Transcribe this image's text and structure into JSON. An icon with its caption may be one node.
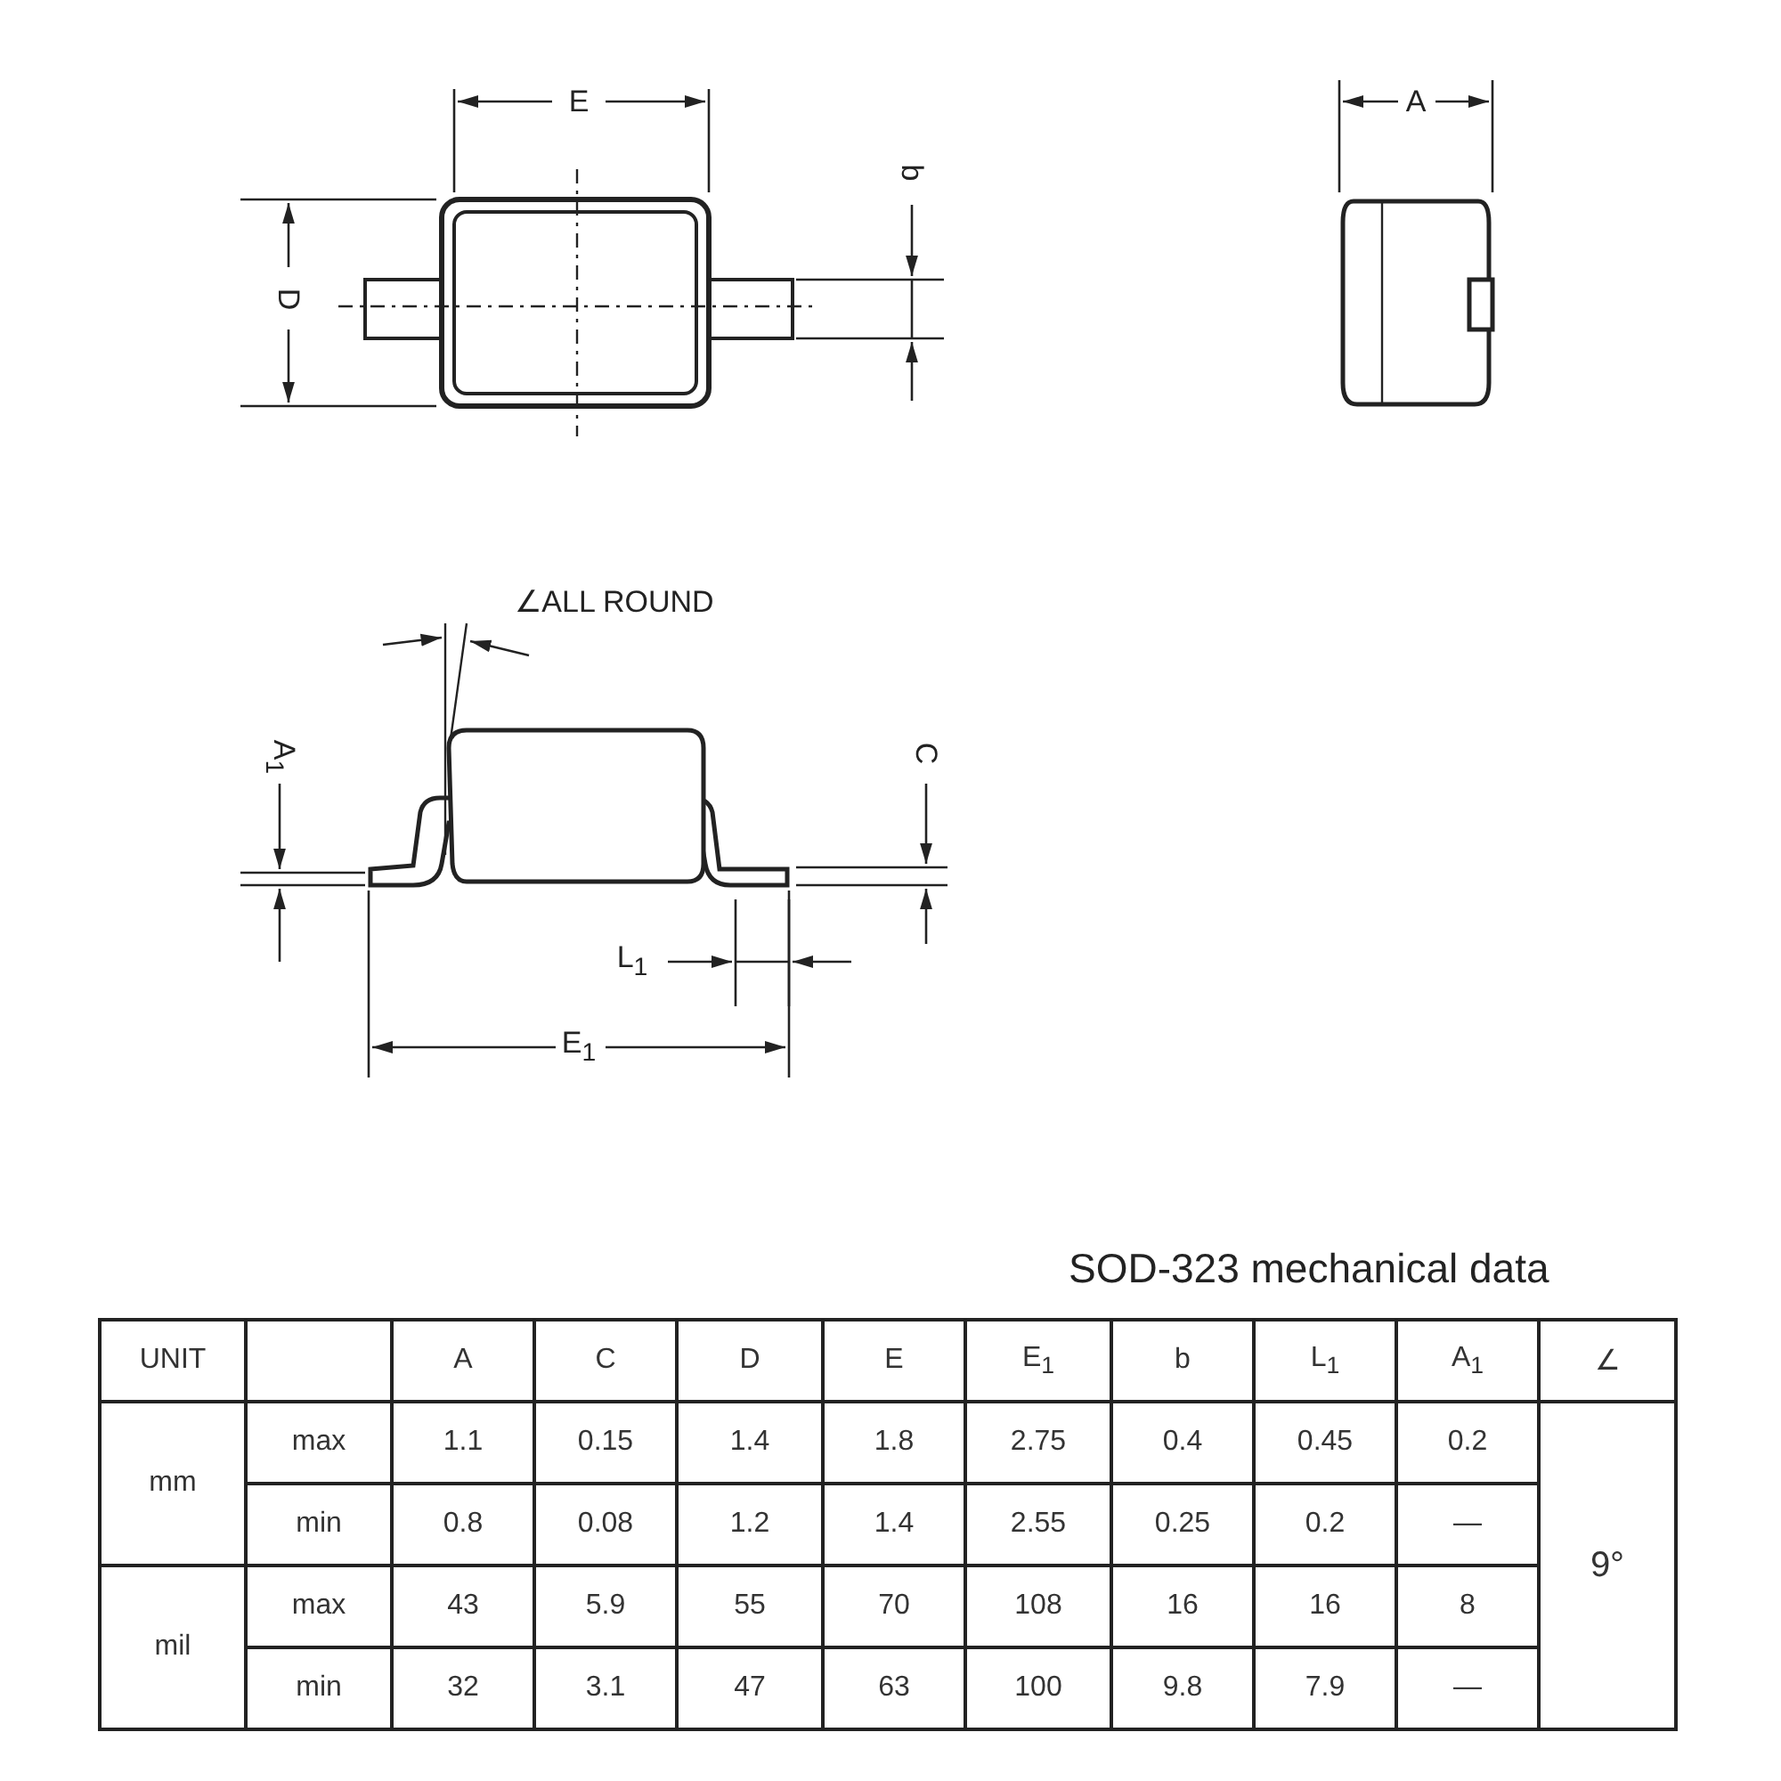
{
  "diagram": {
    "title": "SOD-323 mechanical data",
    "labels": [
      "E",
      "b",
      "D",
      "A",
      "∠ALL ROUND",
      "A$_{1}$",
      "C",
      "L$_{1}$",
      "E$_{1}$",
      "UNIT",
      "A",
      "C",
      "D",
      "E",
      "E$_{1}$",
      "b",
      "L$_{1}$",
      "A$_{1}$",
      "∠",
      "mm",
      "max",
      "1.1",
      "0.15",
      "1.4",
      "1.8",
      "2.75",
      "0.4",
      "0.45",
      "0.2",
      "9°",
      "min",
      "0.8",
      "0.08",
      "1.2",
      "1.4",
      "2.55",
      "0.25",
      "0.2",
      "—",
      "mil",
      "max",
      "43",
      "5.9",
      "55",
      "70",
      "108",
      "16",
      "16",
      "8",
      "min",
      "32",
      "3.1",
      "47",
      "63",
      "100",
      "9.8",
      "7.9",
      "—"
    ]
  }
}
